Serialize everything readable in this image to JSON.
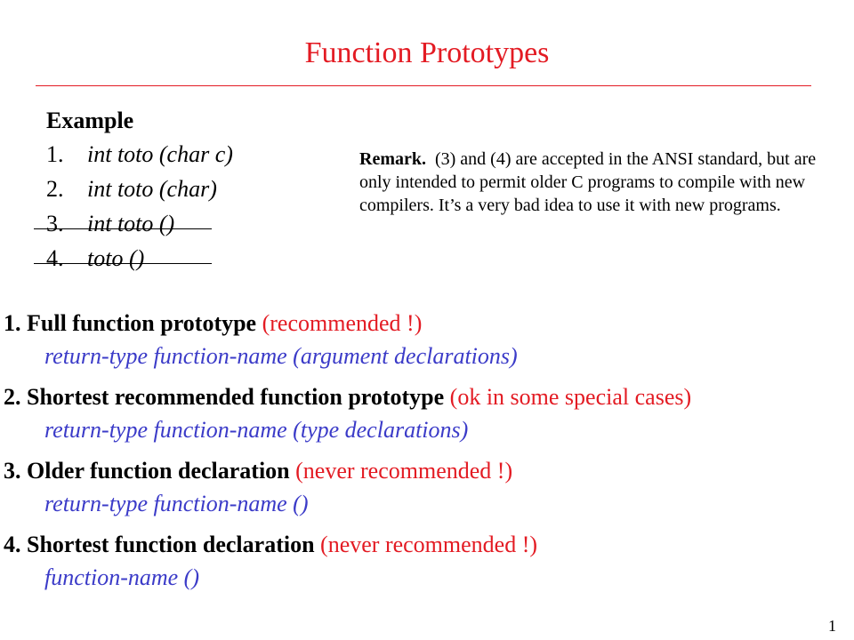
{
  "title": "Function Prototypes",
  "example": {
    "heading": "Example",
    "items": [
      {
        "number": "1.",
        "code": "int toto (char c)",
        "struck": false
      },
      {
        "number": "2.",
        "code": "int toto (char)",
        "struck": false
      },
      {
        "number": "3.",
        "code": "int toto ()",
        "struck": true
      },
      {
        "number": "4.",
        "code": "toto ()",
        "struck": true
      }
    ]
  },
  "remark": {
    "label": "Remark.",
    "text": "(3) and (4) are accepted in the ANSI standard,  but are only intended to permit older C programs to compile with new compilers. It’s a very bad idea to use it with new programs."
  },
  "definitions": [
    {
      "heading": "1. Full function prototype",
      "note": "(recommended !)",
      "syntax": "return-type function-name (argument declarations)"
    },
    {
      "heading": "2. Shortest recommended function prototype",
      "note": "(ok in some special cases)",
      "syntax": "return-type function-name (type declarations)"
    },
    {
      "heading": "3. Older function declaration",
      "note": "(never recommended !)",
      "syntax": "return-type function-name ()"
    },
    {
      "heading": "4. Shortest function declaration",
      "note": "(never recommended !)",
      "syntax": "function-name ()"
    }
  ],
  "page_number": "1",
  "colors": {
    "title": "#e31b23",
    "note": "#e31b23",
    "syntax": "#3b3bc8",
    "text": "#000000"
  }
}
